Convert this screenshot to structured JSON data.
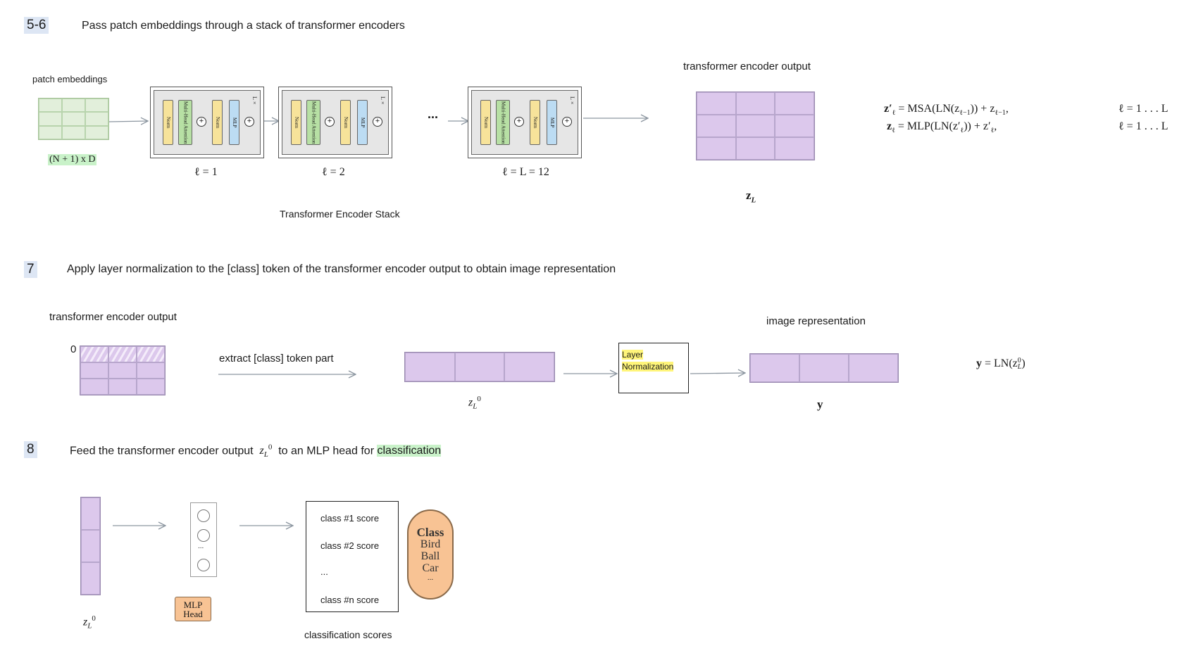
{
  "steps": {
    "s56": {
      "num": "5-6",
      "text": "Pass patch embeddings through a stack of transformer encoders"
    },
    "s7": {
      "num": "7",
      "text": "Apply layer normalization to the [class] token of the transformer encoder output to obtain image representation"
    },
    "s8": {
      "num": "8",
      "text_before": "Feed the transformer encoder output",
      "z": "z",
      "z_sub": "L",
      "z_sup": "0",
      "text_after": "to an MLP head for",
      "highlight": "classification"
    }
  },
  "section1": {
    "patch_label": "patch embeddings",
    "patch_dims": "(N + 1) x D",
    "encoder": {
      "norm": "Norm",
      "mha": "Multi-Head Attention",
      "mlp": "MLP",
      "plus": "+",
      "lx": "L×"
    },
    "layer_labels": [
      "ℓ = 1",
      "ℓ = 2",
      "ℓ = L = 12"
    ],
    "ellipsis": "...",
    "stack_label": "Transformer Encoder Stack",
    "output_label": "transformer encoder output",
    "output_symbol": "z",
    "output_symbol_sub": "L",
    "eq1_lhs": "z′",
    "eq1_lhs_sub": "ℓ",
    "eq1_rhs_a": " = MSA(LN(z",
    "eq1_rhs_sub1": "ℓ−1",
    "eq1_rhs_b": ")) + z",
    "eq1_rhs_sub2": "ℓ−1",
    "eq1_rhs_c": ",",
    "eq2_lhs": "z",
    "eq2_lhs_sub": "ℓ",
    "eq2_rhs_a": " = MLP(LN(z′",
    "eq2_rhs_sub1": "ℓ",
    "eq2_rhs_b": ")) + z′",
    "eq2_rhs_sub2": "ℓ",
    "eq2_rhs_c": ",",
    "range1": "ℓ = 1 . . . L",
    "range2": "ℓ = 1 . . . L"
  },
  "section2": {
    "output_label": "transformer encoder output",
    "row_zero": "0",
    "extract_label": "extract [class] token part",
    "z_label": "z",
    "z_sub": "L",
    "z_sup": "0",
    "ln_box_line1": "Layer",
    "ln_box_line2": "Normalization",
    "image_rep_label": "image representation",
    "y_label": "y",
    "eq_y": "y",
    "eq_rest": " = LN(z",
    "eq_sup": "0",
    "eq_sub": "L",
    "eq_close": ")"
  },
  "section3": {
    "z_label": "z",
    "z_sub": "L",
    "z_sup": "0",
    "neuron_ellipsis": "...",
    "mlp_head_line1": "MLP",
    "mlp_head_line2": "Head",
    "scores": [
      "class #1 score",
      "class #2 score",
      "...",
      "class #n score"
    ],
    "scores_label": "classification scores",
    "class_title": "Class",
    "class_items": [
      "Bird",
      "Ball",
      "Car",
      "..."
    ]
  },
  "colors": {
    "token_purple": "#dcc8ec",
    "patch_green": "#e2efdb",
    "norm_yellow": "#f7e39a",
    "attention_green": "#b7e0a4",
    "mlp_blue": "#bcdcf3",
    "head_orange": "#f8c394",
    "highlight_green": "#c9f2c9",
    "highlight_yellow": "#fff57a"
  }
}
